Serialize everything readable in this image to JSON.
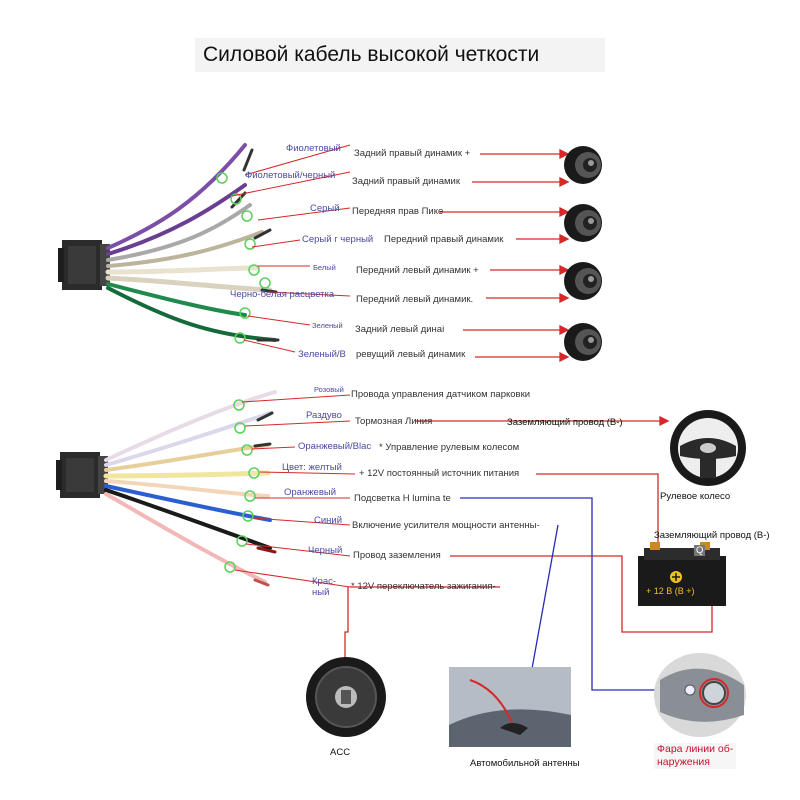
{
  "title": "Силовой кабель высокой четкости",
  "speaker_wires": [
    {
      "color_label": "Фиолетовый",
      "function": "Задний правый динамик +"
    },
    {
      "color_label": "Фиолетовый/черный",
      "function": "Задний правый динамик"
    },
    {
      "color_label": "Серый",
      "function": "Передняя прав Пике"
    },
    {
      "color_label": "Серый г черный",
      "function": "Передний правый динамик"
    },
    {
      "color_label": "Белый",
      "function": "Передний левый динамик +"
    },
    {
      "color_label": "Черно-белая расцветка",
      "function": "Передний левый динамик."
    },
    {
      "color_label": "Зеленый",
      "function": "Задний левый динаi"
    },
    {
      "color_label": "Зеленый/В",
      "function": "ревущий левый динамик"
    }
  ],
  "power_wires": [
    {
      "color_label": "Розовый",
      "function": "Провода управления датчиком парковки"
    },
    {
      "color_label": "Раздуво",
      "function": "Тормозная Линия"
    },
    {
      "color_label": "Оранжевый/Blac",
      "function": "* Управление рулевым колесом"
    },
    {
      "color_label": "Цвет: желтый",
      "function": "+ 12V постоянный источник питания"
    },
    {
      "color_label": "Оранжевый",
      "function": "Подсветка H lumina te"
    },
    {
      "color_label": "Синий",
      "function": "Включение усилителя мощности антенны-"
    },
    {
      "color_label": "Черный",
      "function": "Провод заземления"
    },
    {
      "color_label": "Крас-\nный",
      "function": "* 12V переключатель зажигания-"
    }
  ],
  "labels": {
    "ground_wire_1": "Заземляющий провод (В-)",
    "ground_wire_2": "Заземляющий провод (В-)",
    "steering_wheel": "Рулевое колесо",
    "battery_plus": "+ 12 В (В +)",
    "battery_q": "Q",
    "acc": "ACC",
    "antenna": "Автомобильной антенны",
    "lamp": "Фара линии об-\nнаружения"
  },
  "colors": {
    "red_line": "#d62828",
    "blue_line": "#2a2ab8",
    "ring_green": "#5ad15a",
    "wire_purple": "#7b4fa8",
    "wire_grey": "#b9b3a0",
    "wire_green": "#1f8a4c"
  }
}
